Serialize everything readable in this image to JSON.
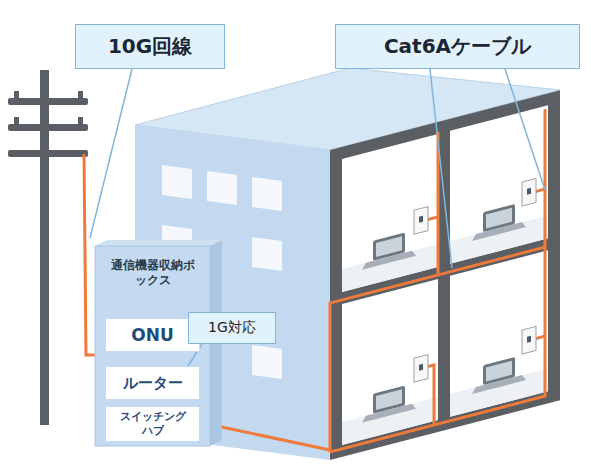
{
  "diagram": {
    "nodes": [
      {
        "text": [
          "通信機器収納ボックス"
        ]
      },
      {
        "text": [
          "ONU"
        ],
        "in": 0
      },
      {
        "text": [
          "ルーター"
        ],
        "in": 0
      },
      {
        "text": [
          "スイッチングハブ"
        ],
        "in": 0
      },
      {
        "text": [
          "10G回線"
        ]
      },
      {
        "text": [
          "Cat6Aケーブル"
        ]
      },
      {
        "text": [
          "1G対応"
        ]
      }
    ],
    "edges": [
      {
        "from": 6,
        "to": 2,
        "arrow": "none"
      }
    ]
  }
}
